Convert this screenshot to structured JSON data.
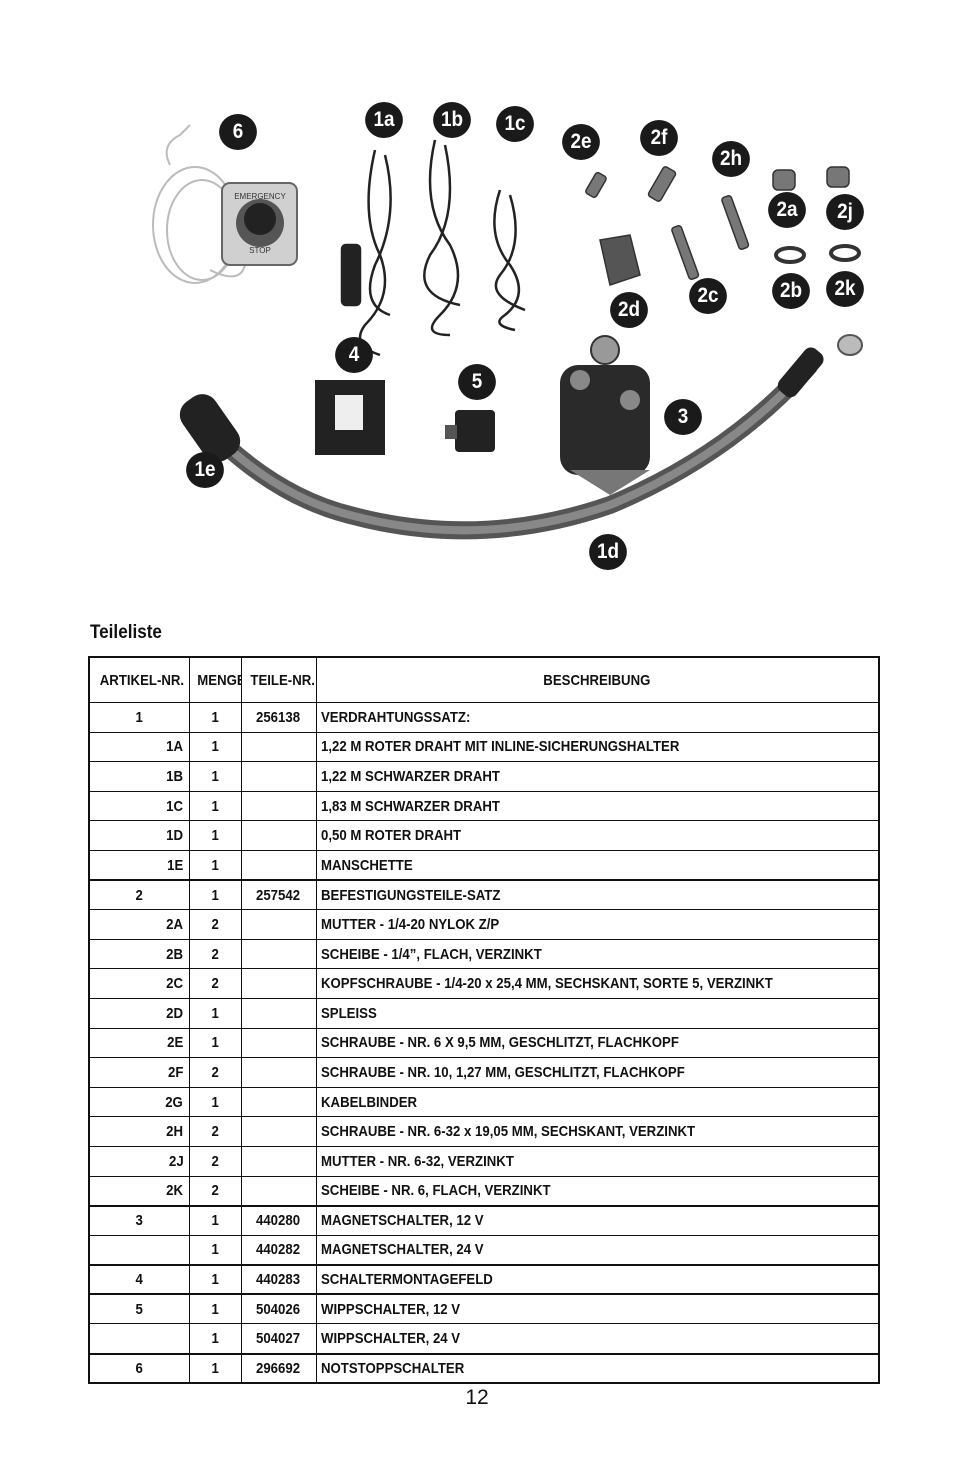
{
  "photo": {
    "callouts": [
      "6",
      "1a",
      "1b",
      "1c",
      "2e",
      "2f",
      "2h",
      "2a",
      "2j",
      "2b",
      "2k",
      "2c",
      "2d",
      "4",
      "5",
      "3",
      "1e",
      "1d"
    ],
    "stop_switch_text": [
      "EMERGENCY",
      "STOP"
    ]
  },
  "section_title": "Teileliste",
  "table": {
    "headers": [
      "ARTIKEL-NR.",
      "MENGE",
      "TEILE-NR.",
      "BESCHREIBUNG"
    ],
    "rows": [
      {
        "item": "1",
        "qty": "1",
        "part": "256138",
        "desc": "VERDRAHTUNGSSATZ:",
        "sub": false,
        "group": true
      },
      {
        "item": "1A",
        "qty": "1",
        "part": "",
        "desc": "1,22 M ROTER DRAHT MIT INLINE-SICHERUNGSHALTER",
        "sub": true,
        "group": false
      },
      {
        "item": "1B",
        "qty": "1",
        "part": "",
        "desc": "1,22 M SCHWARZER DRAHT",
        "sub": true,
        "group": false
      },
      {
        "item": "1C",
        "qty": "1",
        "part": "",
        "desc": "1,83 M SCHWARZER DRAHT",
        "sub": true,
        "group": false
      },
      {
        "item": "1D",
        "qty": "1",
        "part": "",
        "desc": "0,50 M ROTER DRAHT",
        "sub": true,
        "group": false
      },
      {
        "item": "1E",
        "qty": "1",
        "part": "",
        "desc": "MANSCHETTE",
        "sub": true,
        "group": false
      },
      {
        "item": "2",
        "qty": "1",
        "part": "257542",
        "desc": "BEFESTIGUNGSTEILE-SATZ",
        "sub": false,
        "group": true
      },
      {
        "item": "2A",
        "qty": "2",
        "part": "",
        "desc": "MUTTER - 1/4-20 NYLOK Z/P",
        "sub": true,
        "group": false
      },
      {
        "item": "2B",
        "qty": "2",
        "part": "",
        "desc": "SCHEIBE - 1/4”, FLACH, VERZINKT",
        "sub": true,
        "group": false
      },
      {
        "item": "2C",
        "qty": "2",
        "part": "",
        "desc": "KOPFSCHRAUBE - 1/4-20 x 25,4 MM, SECHSKANT, SORTE 5, VERZINKT",
        "sub": true,
        "group": false
      },
      {
        "item": "2D",
        "qty": "1",
        "part": "",
        "desc": "SPLEISS",
        "sub": true,
        "group": false
      },
      {
        "item": "2E",
        "qty": "1",
        "part": "",
        "desc": "SCHRAUBE - NR. 6 X 9,5 MM, GESCHLITZT, FLACHKOPF",
        "sub": true,
        "group": false
      },
      {
        "item": "2F",
        "qty": "2",
        "part": "",
        "desc": "SCHRAUBE - NR. 10, 1,27 MM, GESCHLITZT, FLACHKOPF",
        "sub": true,
        "group": false
      },
      {
        "item": "2G",
        "qty": "1",
        "part": "",
        "desc": "KABELBINDER",
        "sub": true,
        "group": false
      },
      {
        "item": "2H",
        "qty": "2",
        "part": "",
        "desc": "SCHRAUBE - NR. 6-32 x 19,05 MM, SECHSKANT, VERZINKT",
        "sub": true,
        "group": false
      },
      {
        "item": "2J",
        "qty": "2",
        "part": "",
        "desc": "MUTTER - NR. 6-32, VERZINKT",
        "sub": true,
        "group": false
      },
      {
        "item": "2K",
        "qty": "2",
        "part": "",
        "desc": "SCHEIBE - NR. 6, FLACH, VERZINKT",
        "sub": true,
        "group": false
      },
      {
        "item": "3",
        "qty": "1",
        "part": "440280",
        "desc": "MAGNETSCHALTER, 12 V",
        "sub": false,
        "group": true
      },
      {
        "item": "",
        "qty": "1",
        "part": "440282",
        "desc": "MAGNETSCHALTER, 24 V",
        "sub": false,
        "group": false
      },
      {
        "item": "4",
        "qty": "1",
        "part": "440283",
        "desc": "SCHALTERMONTAGEFELD",
        "sub": false,
        "group": true
      },
      {
        "item": "5",
        "qty": "1",
        "part": "504026",
        "desc": "WIPPSCHALTER, 12 V",
        "sub": false,
        "group": true
      },
      {
        "item": "",
        "qty": "1",
        "part": "504027",
        "desc": "WIPPSCHALTER, 24 V",
        "sub": false,
        "group": false
      },
      {
        "item": "6",
        "qty": "1",
        "part": "296692",
        "desc": "NOTSTOPPSCHALTER",
        "sub": false,
        "group": true
      }
    ]
  },
  "page_number": "12"
}
